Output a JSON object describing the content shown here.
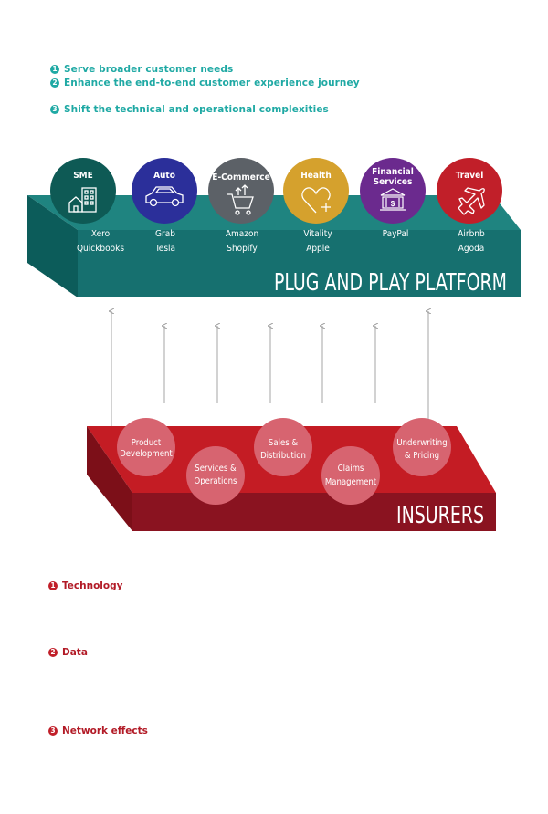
{
  "goals": [
    {
      "num": "1",
      "text": "Serve broader customer needs"
    },
    {
      "num": "2",
      "text": "Enhance the end-to-end customer experience journey"
    },
    {
      "num": "3",
      "text": "Shift the technical and operational complexities"
    }
  ],
  "platform": {
    "label": "PLUG AND PLAY PLATFORM",
    "color": "#16706f",
    "sectors": [
      {
        "name_lines": [
          "SME"
        ],
        "companies": [
          "Xero",
          "Quickbooks"
        ],
        "color": "#0e5a55",
        "icon": "building-house-icon"
      },
      {
        "name_lines": [
          "Auto"
        ],
        "companies": [
          "Grab",
          "Tesla"
        ],
        "color": "#2b2f9a",
        "icon": "car-icon"
      },
      {
        "name_lines": [
          "E-Commerce"
        ],
        "companies": [
          "Amazon",
          "Shopify"
        ],
        "color": "#5c6167",
        "icon": "shopping-cart-icon"
      },
      {
        "name_lines": [
          "Health"
        ],
        "companies": [
          "Vitality",
          "Apple"
        ],
        "color": "#d5a12d",
        "icon": "heart-plus-icon"
      },
      {
        "name_lines": [
          "Financial",
          "Services"
        ],
        "companies": [
          "PayPal"
        ],
        "color": "#6b2a8e",
        "icon": "bank-icon"
      },
      {
        "name_lines": [
          "Travel"
        ],
        "companies": [
          "Airbnb",
          "Agoda"
        ],
        "color": "#c11f29",
        "icon": "airplane-icon"
      }
    ]
  },
  "insurers": {
    "label": "INSURERS",
    "color": "#c41c24",
    "functions": [
      {
        "lines": [
          "Product",
          "Development"
        ]
      },
      {
        "lines": [
          "Services &",
          "Operations"
        ]
      },
      {
        "lines": [
          "Sales &",
          "Distribution"
        ]
      },
      {
        "lines": [
          "Claims",
          "Management"
        ]
      },
      {
        "lines": [
          "Underwriting",
          "& Pricing"
        ]
      }
    ]
  },
  "advantages": [
    {
      "num": "1",
      "text": "Technology"
    },
    {
      "num": "2",
      "text": "Data"
    },
    {
      "num": "3",
      "text": "Network effects"
    }
  ]
}
